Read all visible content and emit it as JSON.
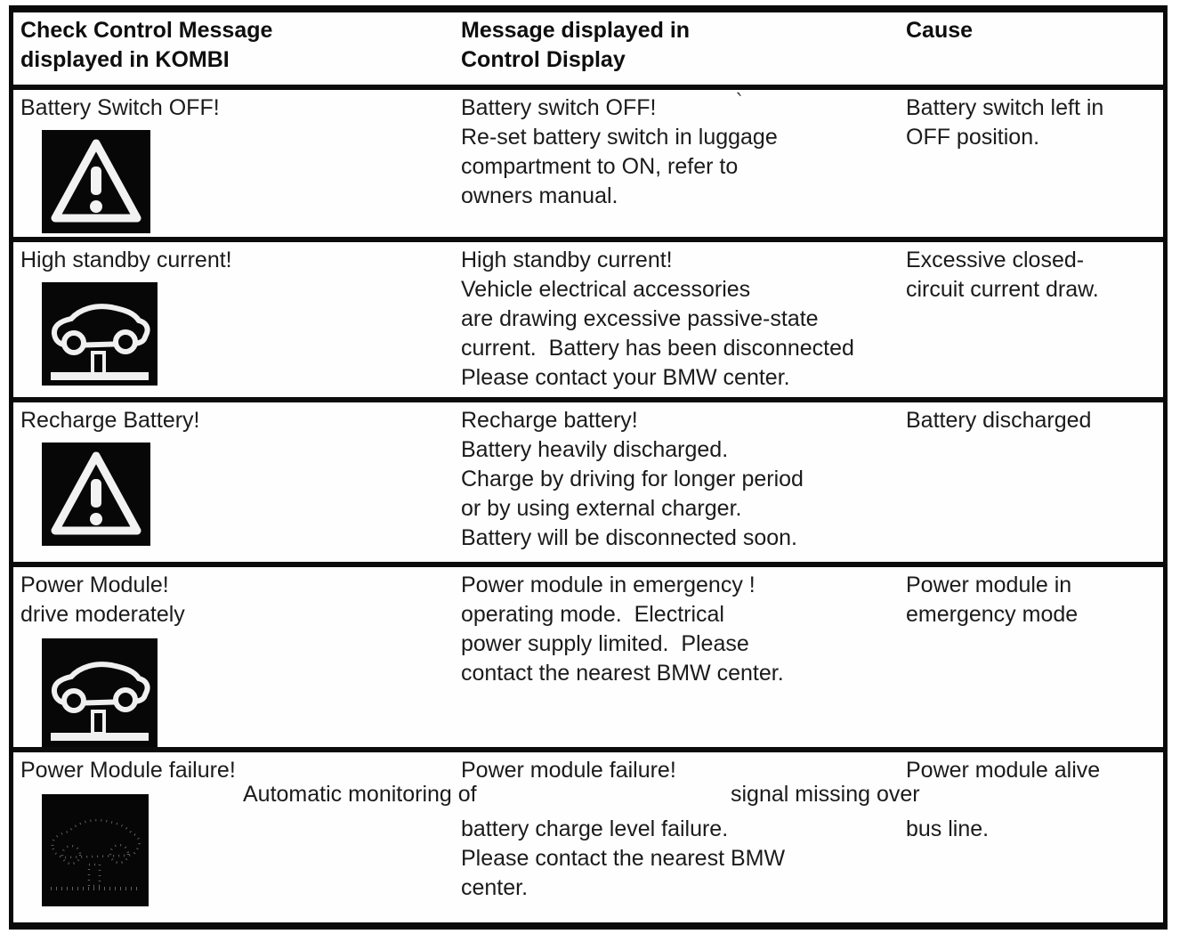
{
  "colors": {
    "ink": "#1b1b1b",
    "border": "#0a0a0a",
    "icon_bg": "#070707",
    "icon_fg": "#f2f2f2"
  },
  "header": {
    "col1_line1": "Check Control Message",
    "col1_line2": "displayed in KOMBI",
    "col2_line1": "Message displayed in",
    "col2_line2": "Control Display",
    "col3_line1": "Cause"
  },
  "stray_mark": "`",
  "rows": [
    {
      "kombi_line1": "Battery Switch OFF!",
      "icon": "warning-triangle-icon",
      "display_line1": "Battery switch OFF!",
      "display_line2": "Re-set battery switch in luggage",
      "display_line3": "compartment to ON, refer to",
      "display_line4": "owners manual.",
      "cause_line1": "Battery switch left in",
      "cause_line2": "OFF position."
    },
    {
      "kombi_line1": "High standby current!",
      "icon": "car-lift-icon",
      "display_line1": "High standby current!",
      "display_line2": "Vehicle electrical accessories",
      "display_line3": "are drawing excessive passive-state",
      "display_line4": "current.  Battery has been disconnected",
      "display_line5": "Please contact your BMW center.",
      "cause_line1": "Excessive closed-",
      "cause_line2": "circuit current draw."
    },
    {
      "kombi_line1": "Recharge Battery!",
      "icon": "warning-triangle-icon",
      "display_line1": "Recharge battery!",
      "display_line2": "Battery heavily discharged.",
      "display_line3": "Charge by driving for longer period",
      "display_line4": "or by using external charger.",
      "display_line5": "Battery will be disconnected soon.",
      "cause_line1": "Battery discharged"
    },
    {
      "kombi_line1": "Power Module!",
      "kombi_line2": "drive moderately",
      "icon": "car-lift-icon",
      "display_line1": "Power module in emergency !",
      "display_line2": "operating mode.  Electrical",
      "display_line3": "power supply limited.  Please",
      "display_line4": "contact the nearest BMW center.",
      "cause_line1": "Power module in",
      "cause_line2": "emergency mode"
    },
    {
      "kombi_line1": "Power Module failure!",
      "icon": "car-lift-faint-icon",
      "offset_line_left": "Automatic monitoring of",
      "offset_line_right": "signal missing over",
      "display_line1": "Power module failure!",
      "display_line2": "",
      "display_line3": "battery charge level failure.",
      "display_line4": "Please contact the nearest BMW",
      "display_line5": "center.",
      "cause_line1": "Power module alive",
      "cause_line2": "",
      "cause_line3": "bus line."
    }
  ]
}
